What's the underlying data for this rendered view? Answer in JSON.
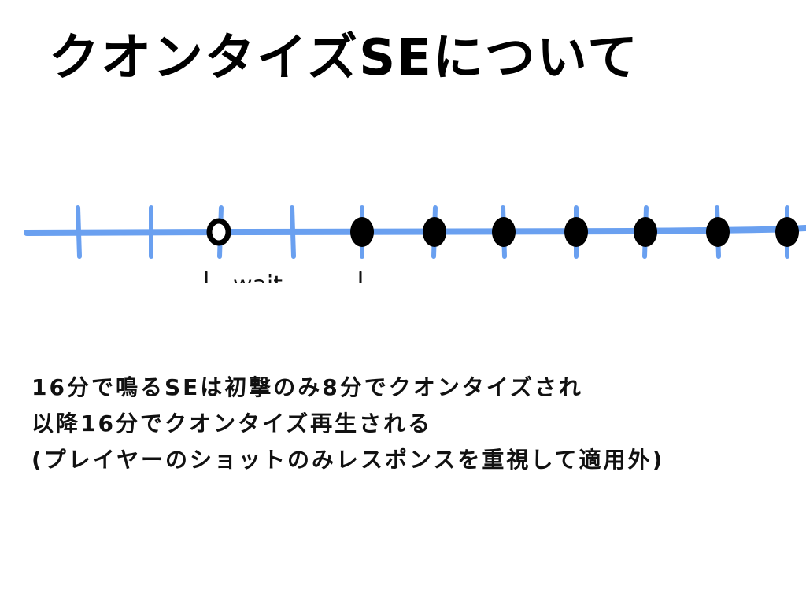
{
  "title": "クオンタイズSEについて",
  "timeline": {
    "colors": {
      "axis": "#6aa0f0",
      "beat_mark": "#000000"
    },
    "wait_label": "wait",
    "marks": [
      {
        "kind": "tick"
      },
      {
        "kind": "tick"
      },
      {
        "kind": "hollow"
      },
      {
        "kind": "tick"
      },
      {
        "kind": "filled"
      },
      {
        "kind": "filled"
      },
      {
        "kind": "filled"
      },
      {
        "kind": "filled"
      },
      {
        "kind": "filled"
      },
      {
        "kind": "filled"
      },
      {
        "kind": "filled"
      }
    ]
  },
  "notes": [
    "16分で鳴るSEは初撃のみ8分でクオンタイズされ",
    "以降16分でクオンタイズ再生される",
    "(プレイヤーのショットのみレスポンスを重視して適用外)"
  ]
}
